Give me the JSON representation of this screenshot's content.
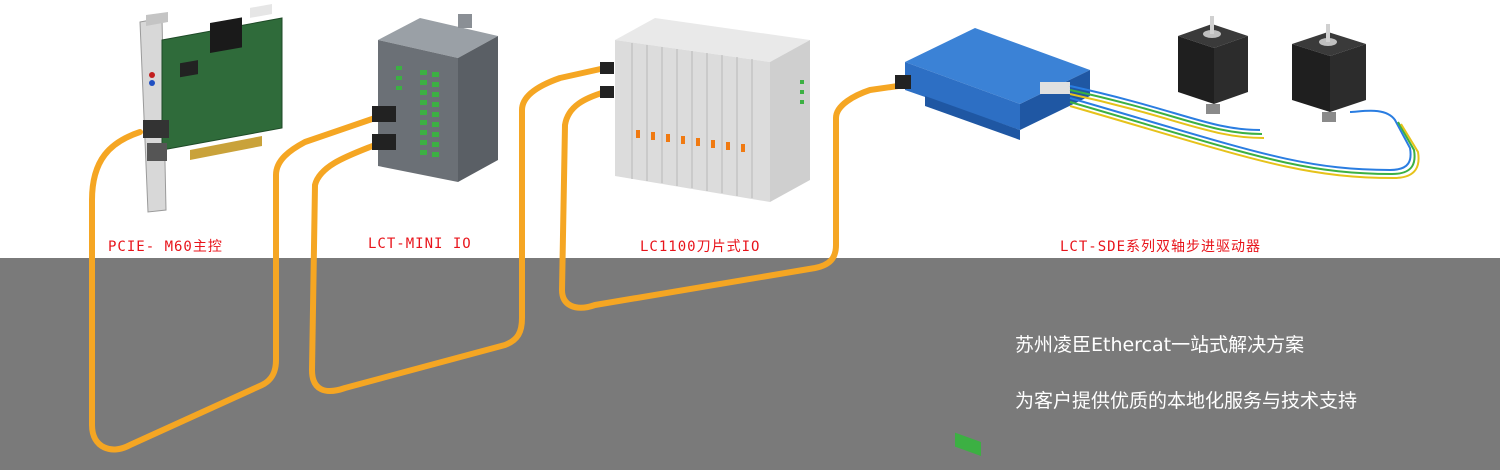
{
  "labels": {
    "pcie": "PCIE- M60主控",
    "mini": "LCT-MINI IO",
    "lc1100": "LC1100刀片式IO",
    "sde": "LCT-SDE系列双轴步进驱动器"
  },
  "tagline": {
    "line1": "苏州凌臣Ethercat一站式解决方案",
    "line2": "为客户提供优质的本地化服务与技术支持"
  },
  "colors": {
    "label": "#e8141b",
    "cable": "#f5a623",
    "floor": "#7a7a7a",
    "pcb": "#2f6b3a",
    "driver": "#2d6fc4",
    "io_body": "#6b7076"
  }
}
